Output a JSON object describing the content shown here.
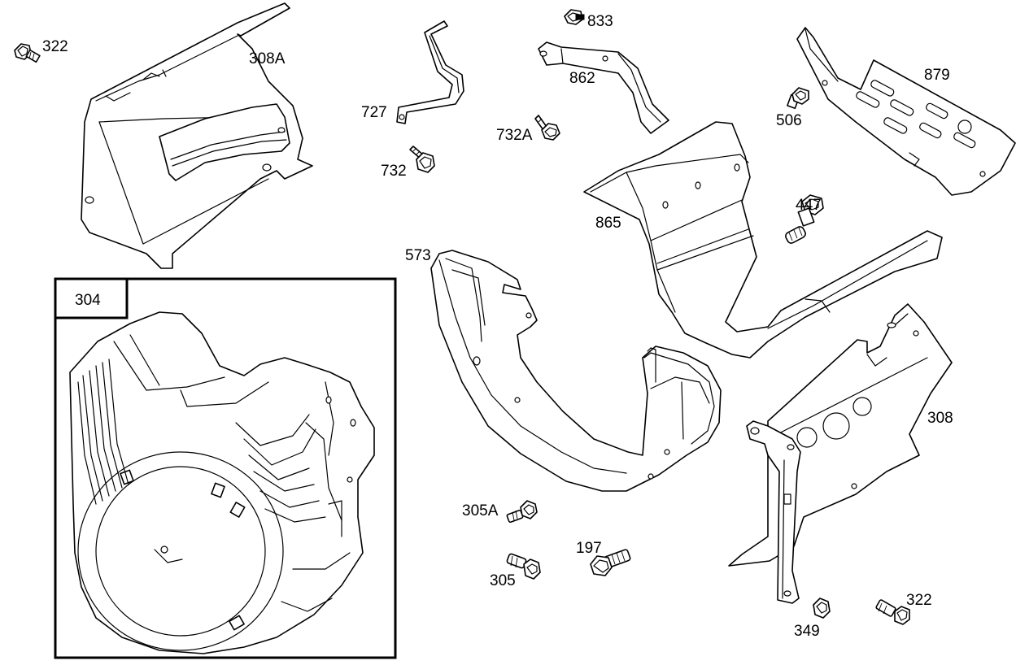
{
  "diagram": {
    "callouts": {
      "p322_top": "322",
      "p308A": "308A",
      "p727": "727",
      "p732": "732",
      "p833": "833",
      "p862": "862",
      "p732A": "732A",
      "p879": "879",
      "p506": "506",
      "p865": "865",
      "p447": "447",
      "p573": "573",
      "p308": "308",
      "p304": "304",
      "p305A": "305A",
      "p305": "305",
      "p197": "197",
      "p349": "349",
      "p322_bottom": "322"
    }
  }
}
